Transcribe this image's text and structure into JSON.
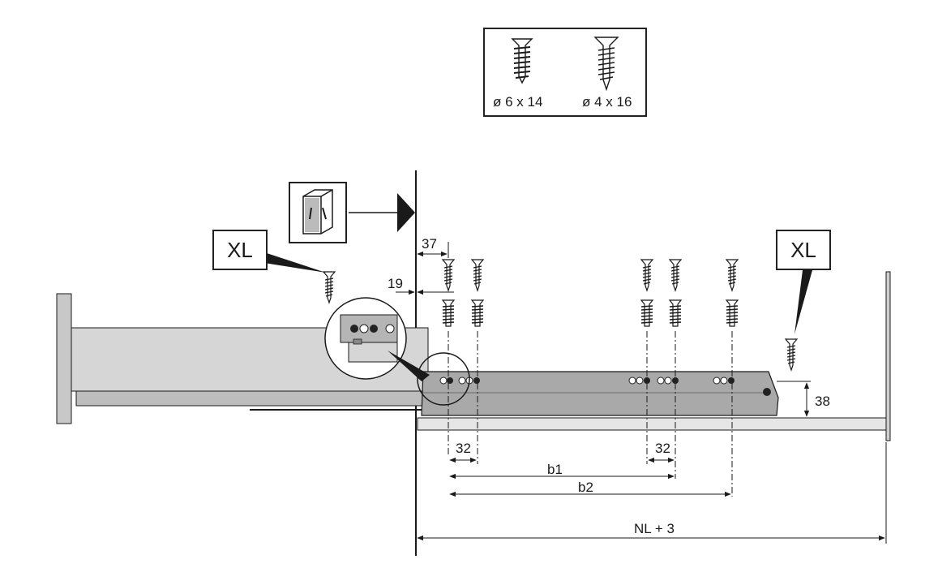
{
  "screws": [
    {
      "icon": "euro-screw-icon",
      "label": "ø 6 x 14"
    },
    {
      "icon": "chipboard-screw-icon",
      "label": "ø 4 x 16"
    }
  ],
  "callouts": {
    "left": "XL",
    "right": "XL"
  },
  "cabinet_icon": "cabinet-side-panel-icon",
  "dimensions": {
    "d37": "37",
    "d19": "19",
    "d38": "38",
    "d32_left": "32",
    "d32_right": "32",
    "b1": "b1",
    "b2": "b2",
    "nl": "NL + 3"
  }
}
